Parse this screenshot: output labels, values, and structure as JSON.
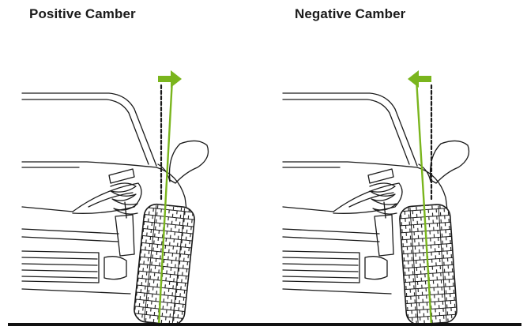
{
  "panels": [
    {
      "title": "Positive Camber",
      "tilt": "outward"
    },
    {
      "title": "Negative Camber",
      "tilt": "inward"
    }
  ],
  "colors": {
    "indicator": "#7ab51d",
    "line": "#1a1a1a",
    "ground": "#111111",
    "background": "#ffffff"
  },
  "icons": [
    "car-front-outline",
    "coil-spring",
    "tire",
    "reference-line-dashed",
    "camber-arrow"
  ]
}
